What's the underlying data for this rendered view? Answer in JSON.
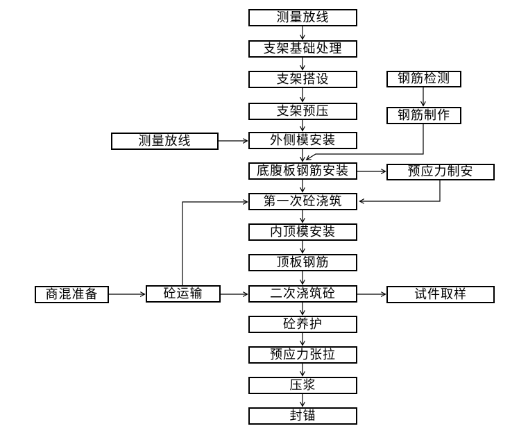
{
  "diagram": {
    "background_color": "#ffffff",
    "line_color": "#000000",
    "box_fill": "#ffffff",
    "nodes": {
      "survey_top": {
        "label": "测量放线"
      },
      "foundation": {
        "label": "支架基础处理"
      },
      "erection": {
        "label": "支架搭设"
      },
      "preload": {
        "label": "支架预压"
      },
      "outer_form": {
        "label": "外侧模安装"
      },
      "bottom_web_rebar": {
        "label": "底腹板钢筋安装"
      },
      "first_pour": {
        "label": "第一次砼浇筑"
      },
      "inner_top_form": {
        "label": "内顶模安装"
      },
      "top_slab_rebar": {
        "label": "顶板钢筋"
      },
      "second_pour": {
        "label": "二次浇筑砼"
      },
      "curing": {
        "label": "砼养护"
      },
      "tension": {
        "label": "预应力张拉"
      },
      "grouting": {
        "label": "压浆"
      },
      "anchor_seal": {
        "label": "封锚"
      },
      "rebar_test": {
        "label": "钢筋检测"
      },
      "rebar_fab": {
        "label": "钢筋制作"
      },
      "prestress_fab": {
        "label": "预应力制安"
      },
      "specimen": {
        "label": "试件取样"
      },
      "survey_left": {
        "label": "测量放线"
      },
      "concrete_prep": {
        "label": "商混准备"
      },
      "concrete_transport": {
        "label": "砼运输"
      }
    },
    "edges": [
      {
        "from": "survey_top",
        "to": "foundation"
      },
      {
        "from": "foundation",
        "to": "erection"
      },
      {
        "from": "erection",
        "to": "preload"
      },
      {
        "from": "preload",
        "to": "outer_form"
      },
      {
        "from": "survey_left",
        "to": "outer_form"
      },
      {
        "from": "outer_form",
        "to": "bottom_web_rebar"
      },
      {
        "from": "rebar_test",
        "to": "rebar_fab"
      },
      {
        "from": "rebar_fab",
        "to": "bottom_web_rebar"
      },
      {
        "from": "bottom_web_rebar",
        "to": "prestress_fab"
      },
      {
        "from": "bottom_web_rebar",
        "to": "first_pour"
      },
      {
        "from": "prestress_fab",
        "to": "first_pour"
      },
      {
        "from": "concrete_transport",
        "to": "first_pour"
      },
      {
        "from": "first_pour",
        "to": "inner_top_form"
      },
      {
        "from": "inner_top_form",
        "to": "top_slab_rebar"
      },
      {
        "from": "top_slab_rebar",
        "to": "second_pour"
      },
      {
        "from": "concrete_prep",
        "to": "concrete_transport"
      },
      {
        "from": "concrete_transport",
        "to": "second_pour"
      },
      {
        "from": "second_pour",
        "to": "specimen"
      },
      {
        "from": "second_pour",
        "to": "curing"
      },
      {
        "from": "curing",
        "to": "tension"
      },
      {
        "from": "tension",
        "to": "grouting"
      },
      {
        "from": "grouting",
        "to": "anchor_seal"
      }
    ]
  }
}
